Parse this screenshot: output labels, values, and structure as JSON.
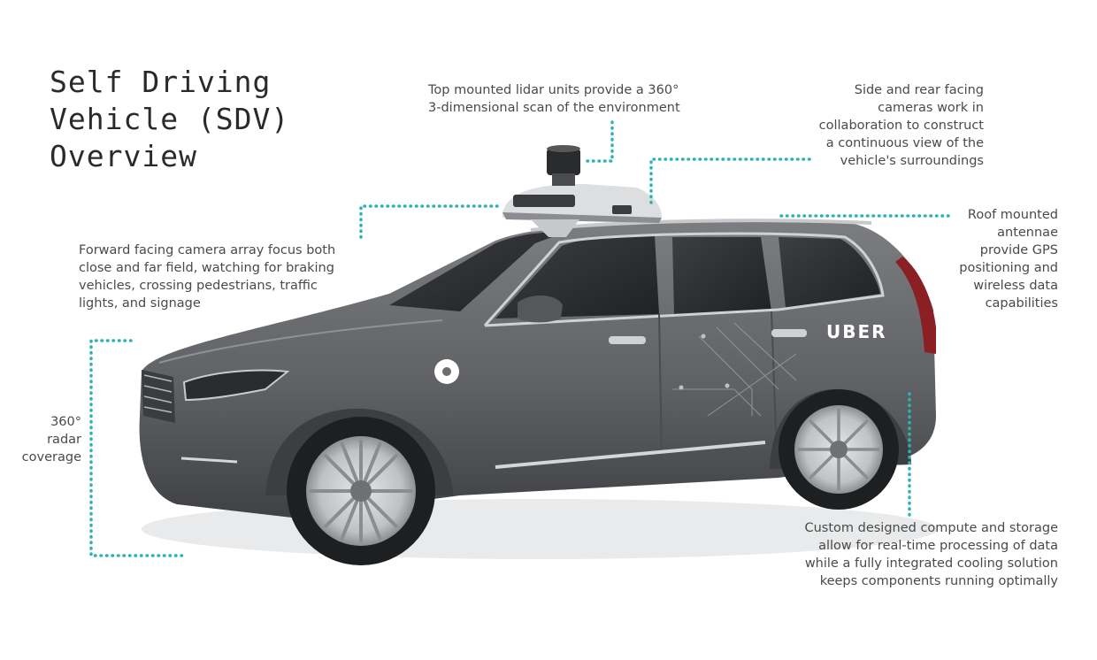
{
  "diagram": {
    "title_lines": [
      "Self Driving",
      "Vehicle (SDV)",
      "Overview"
    ],
    "callouts": {
      "lidar": [
        "Top mounted lidar units provide a 360°",
        "3-dimensional scan of the environment"
      ],
      "side_cameras": [
        "Side and rear facing",
        "cameras work in",
        "collaboration to construct",
        "a continuous view of the",
        "vehicle's surroundings"
      ],
      "roof_antennae": [
        "Roof mounted",
        "antennae",
        "provide GPS",
        "positioning and",
        "wireless data",
        "capabilities"
      ],
      "forward_camera": [
        "Forward facing camera array focus both",
        "close and far field, watching for braking",
        "vehicles, crossing pedestrians, traffic",
        "lights, and signage"
      ],
      "radar": [
        "360°",
        "radar",
        "coverage"
      ],
      "compute": [
        "Custom designed compute and storage",
        "allow for real-time processing of data",
        "while a fully integrated cooling solution",
        "keeps components running optimally"
      ]
    },
    "car_logo": "UBER",
    "colors": {
      "leader": "#2eb3b3",
      "car_body": "#6b6d70",
      "text": "#4a4a4a"
    }
  }
}
